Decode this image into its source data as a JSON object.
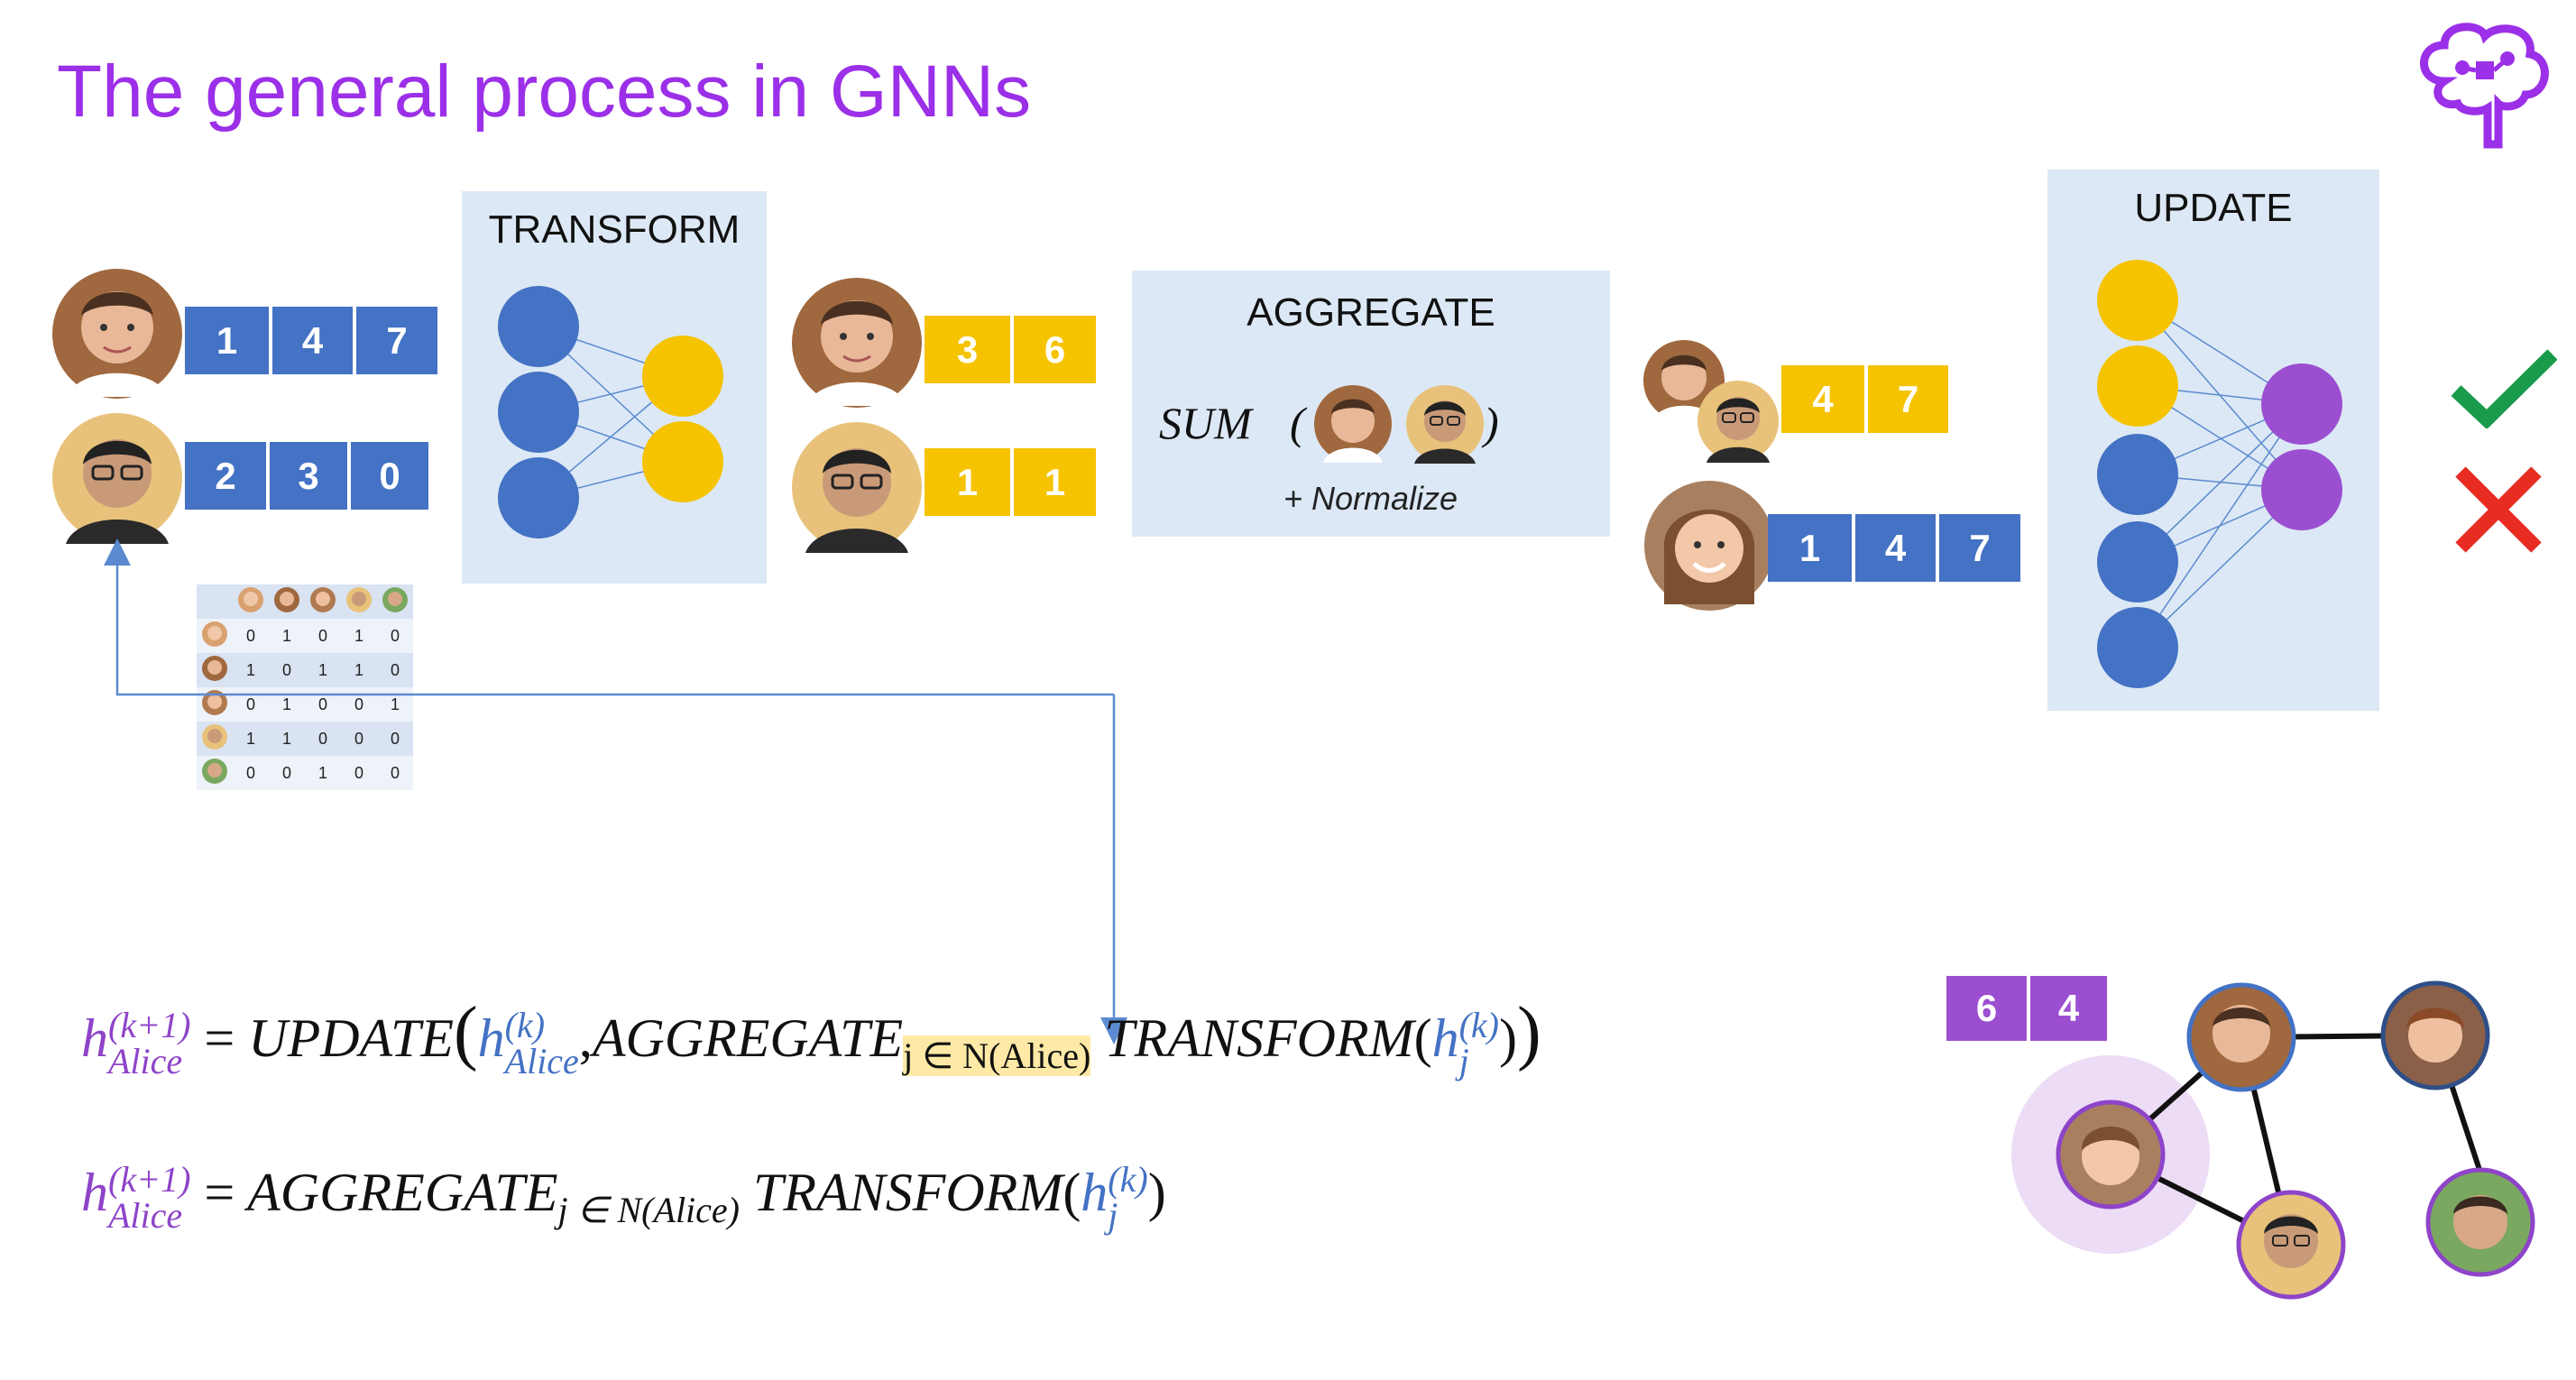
{
  "title": "The general process in GNNs",
  "panels": {
    "transform": "TRANSFORM",
    "aggregate": "AGGREGATE",
    "update": "UPDATE"
  },
  "vectors": {
    "input_man": [
      "1",
      "4",
      "7"
    ],
    "input_asian": [
      "2",
      "3",
      "0"
    ],
    "transformed_man": [
      "3",
      "6"
    ],
    "transformed_asian": [
      "1",
      "1"
    ],
    "aggregated": [
      "4",
      "7"
    ],
    "alice": [
      "1",
      "4",
      "7"
    ],
    "graph_result": [
      "6",
      "4"
    ]
  },
  "aggregate_panel": {
    "sum_label": "SUM",
    "open_paren": "(",
    "close_paren": ")",
    "normalize": "+ Normalize"
  },
  "adjacency_matrix": [
    [
      "0",
      "1",
      "0",
      "1",
      "0"
    ],
    [
      "1",
      "0",
      "1",
      "1",
      "0"
    ],
    [
      "0",
      "1",
      "0",
      "0",
      "1"
    ],
    [
      "1",
      "1",
      "0",
      "0",
      "0"
    ],
    [
      "0",
      "0",
      "1",
      "0",
      "0"
    ]
  ],
  "equations": {
    "eq1": {
      "lhs_h": "h",
      "lhs_sup": "(k+1)",
      "lhs_sub": "Alice",
      "equals": "=",
      "update": "UPDATE",
      "h_prev": "h",
      "h_prev_sup": "(k)",
      "h_prev_sub": "Alice",
      "aggregate": "AGGREGATE",
      "neigh_sub": "j ∈ N(Alice)",
      "transform": "TRANSFORM",
      "hj": "h",
      "hj_sup": "(k)",
      "hj_sub": "j"
    },
    "eq2": {
      "lhs_h": "h",
      "lhs_sup": "(k+1)",
      "lhs_sub": "Alice",
      "equals": "=",
      "aggregate": "AGGREGATE",
      "neigh_sub": "j ∈ N(Alice)",
      "transform": "TRANSFORM",
      "hj": "h",
      "hj_sup": "(k)",
      "hj_sub": "j"
    }
  },
  "colors": {
    "title": "#9b30e8",
    "blue": "#4472c4",
    "gold": "#f5c300",
    "purple": "#9b4fd0",
    "panel": "#dce8f5",
    "check": "#1a9b4b",
    "cross": "#e82c22"
  },
  "icons": [
    "brain-logo-icon",
    "checkmark-icon",
    "cross-icon"
  ]
}
